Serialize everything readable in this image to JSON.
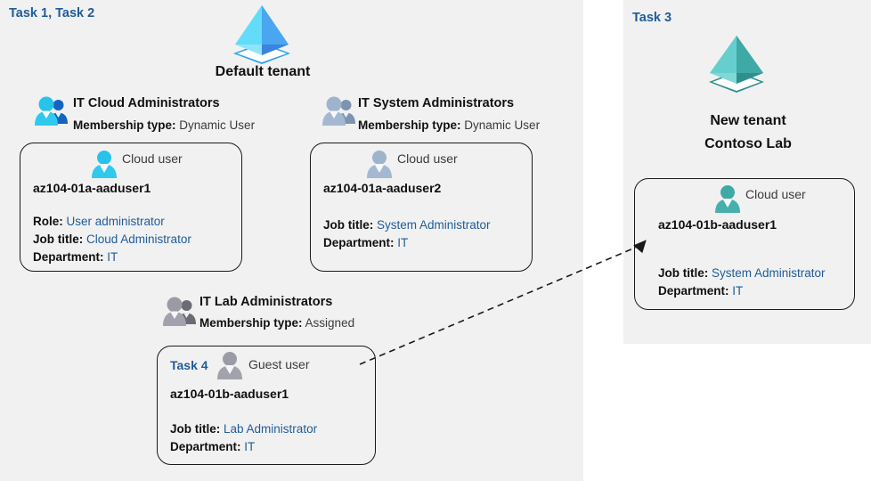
{
  "diagram": {
    "title_default_tenant": "Default tenant",
    "new_tenant_line1": "New  tenant",
    "new_tenant_line2": "Contoso Lab"
  },
  "labels": {
    "task_1_2": "Task 1, Task 2",
    "task_3": "Task 3",
    "task_4": "Task 4"
  },
  "colors": {
    "panel_background": "#f1f1f1",
    "task_label": "#1f5c99",
    "attribute_value": "#1f5c99",
    "tenant_blue_light": "#50d7f5",
    "tenant_blue_dark": "#3b83e0",
    "tenant_teal_light": "#5fd0cf",
    "tenant_teal_dark": "#2f8f8c",
    "user_cyan": "#29c3ea",
    "user_steel": "#93a8c4",
    "user_gray": "#9a9aa2",
    "user_teal": "#3fa9a6",
    "card_border": "#1a1a1a"
  },
  "groups": [
    {
      "id": "it-cloud-administrators",
      "name": "IT Cloud Administrators",
      "membership_label": "Membership type:",
      "membership_value": "Dynamic User",
      "icon": "group-users-cyan-icon"
    },
    {
      "id": "it-system-administrators",
      "name": "IT System Administrators",
      "membership_label": "Membership type:",
      "membership_value": "Dynamic User",
      "icon": "group-users-steel-icon"
    },
    {
      "id": "it-lab-administrators",
      "name": "IT Lab Administrators",
      "membership_label": "Membership type:",
      "membership_value": "Assigned",
      "icon": "group-users-gray-icon"
    }
  ],
  "cards": [
    {
      "id": "card-az104-01a-aaduser1",
      "user_type": "Cloud user",
      "user_icon": "cloud-user-cyan-icon",
      "username": "az104-01a-aaduser1",
      "task_tag": "",
      "attributes": [
        {
          "label": "Role:",
          "value": "User administrator"
        },
        {
          "label": "Job title:",
          "value": "Cloud Administrator"
        },
        {
          "label": "Department:",
          "value": "IT"
        }
      ]
    },
    {
      "id": "card-az104-01a-aaduser2",
      "user_type": "Cloud user",
      "user_icon": "cloud-user-steel-icon",
      "username": "az104-01a-aaduser2",
      "task_tag": "",
      "attributes": [
        {
          "label": "Job title:",
          "value": "System Administrator"
        },
        {
          "label": "Department:",
          "value": "IT"
        }
      ]
    },
    {
      "id": "card-guest-az104-01b-aaduser1",
      "user_type": "Guest user",
      "user_icon": "guest-user-gray-icon",
      "username": "az104-01b-aaduser1",
      "task_tag": "Task 4",
      "attributes": [
        {
          "label": "Job title:",
          "value": "Lab Administrator"
        },
        {
          "label": "Department:",
          "value": "IT"
        }
      ]
    },
    {
      "id": "card-az104-01b-aaduser1",
      "user_type": "Cloud user",
      "user_icon": "cloud-user-teal-icon",
      "username": "az104-01b-aaduser1",
      "task_tag": "",
      "attributes": [
        {
          "label": "Job title:",
          "value": "System Administrator"
        },
        {
          "label": "Department:",
          "value": "IT"
        }
      ]
    }
  ]
}
